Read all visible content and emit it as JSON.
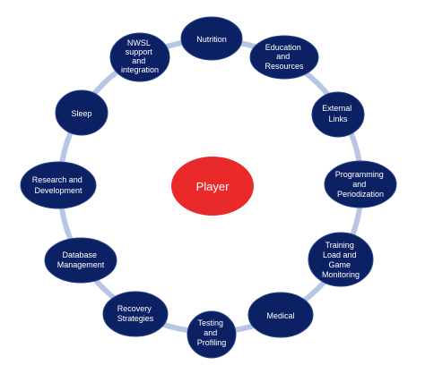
{
  "colors": {
    "node_fill": "#0c2164",
    "node_stroke": "#26428a",
    "ring": "#b7c6e4",
    "center_fill": "#ea2a2a",
    "text": "#ffffff"
  },
  "center": {
    "label": "Player"
  },
  "nodes": [
    {
      "label": "Nutrition"
    },
    {
      "label": "Education and Resources"
    },
    {
      "label": "External Links"
    },
    {
      "label": "Programming and Periodization"
    },
    {
      "label": "Training Load and Game Monitoring"
    },
    {
      "label": "Medical"
    },
    {
      "label": "Testing and Profiling"
    },
    {
      "label": "Recovery Strategies"
    },
    {
      "label": "Database Management"
    },
    {
      "label": "Research and Development"
    },
    {
      "label": "Sleep"
    },
    {
      "label": "NWSL support and integration"
    }
  ]
}
